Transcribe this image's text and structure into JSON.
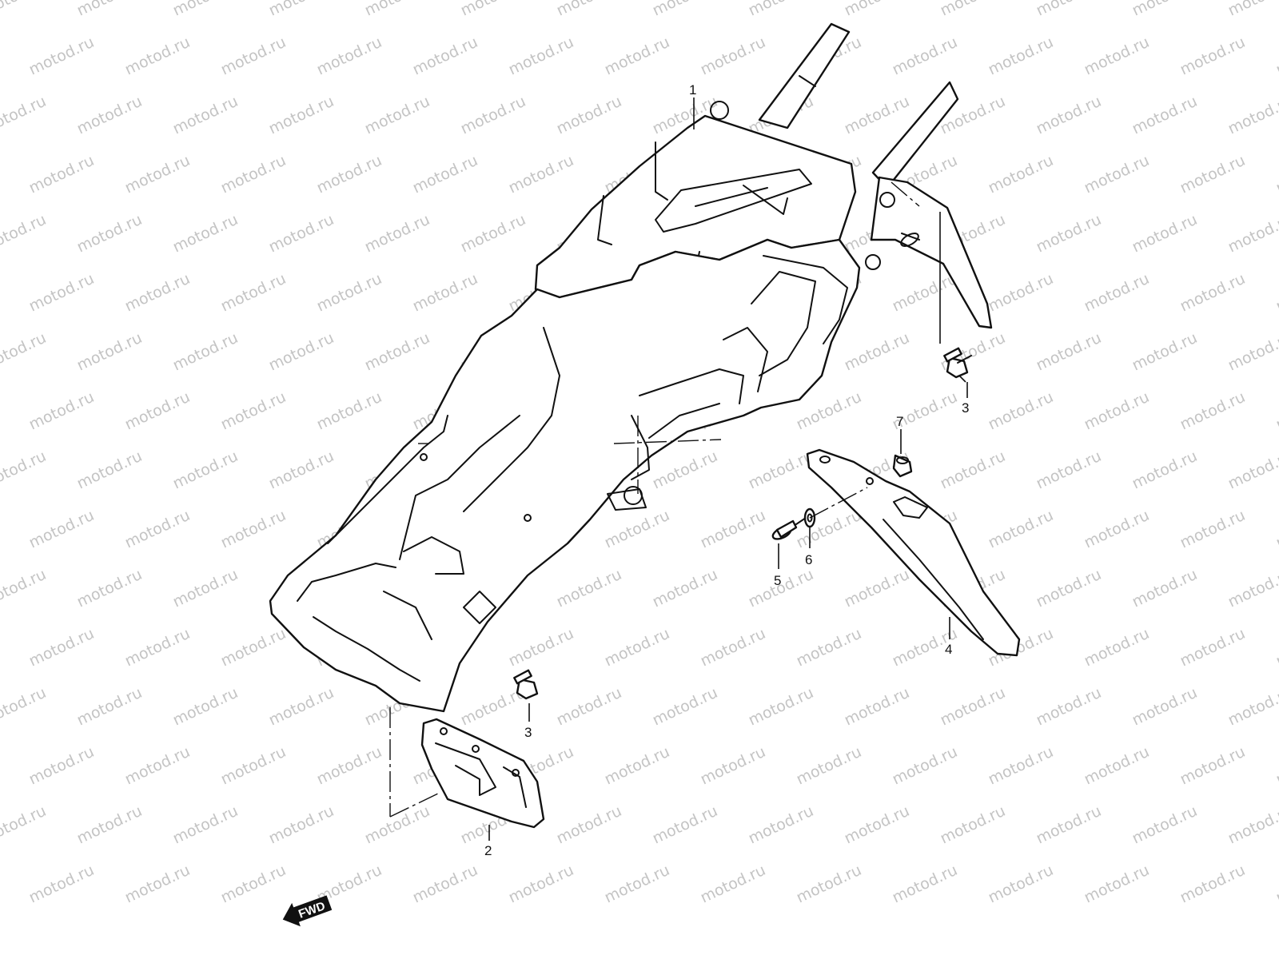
{
  "watermark": "motod.ru",
  "fwd_label": "FWD",
  "callouts": {
    "p1": "1",
    "p2": "2",
    "p3a": "3",
    "p3b": "3",
    "p4": "4",
    "p5": "5",
    "p6": "6",
    "p7": "7"
  },
  "colors": {
    "line": "#111111",
    "watermark": "#c4c4c4",
    "background": "#ffffff"
  }
}
